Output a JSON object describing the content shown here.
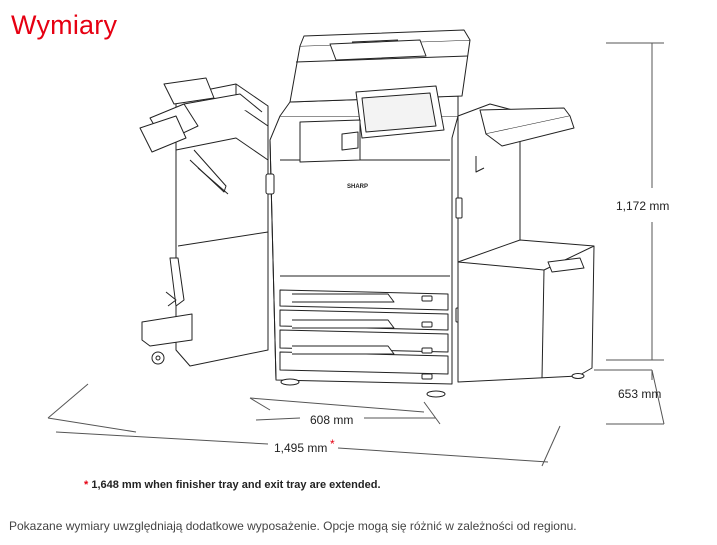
{
  "title": "Wymiary",
  "brand_color": "#e60012",
  "dimensions": {
    "height": "1,172 mm",
    "depth": "653 mm",
    "body_width": "608 mm",
    "total_width": "1,495 mm",
    "total_width_mark": "*"
  },
  "device_logo": "SHARP",
  "footnote": {
    "mark": "*",
    "text": " 1,648 mm when finisher tray and exit tray are extended."
  },
  "caption": "Pokazane wymiary uwzględniają dodatkowe wyposażenie. Opcje mogą się różnić w zależności od regionu."
}
